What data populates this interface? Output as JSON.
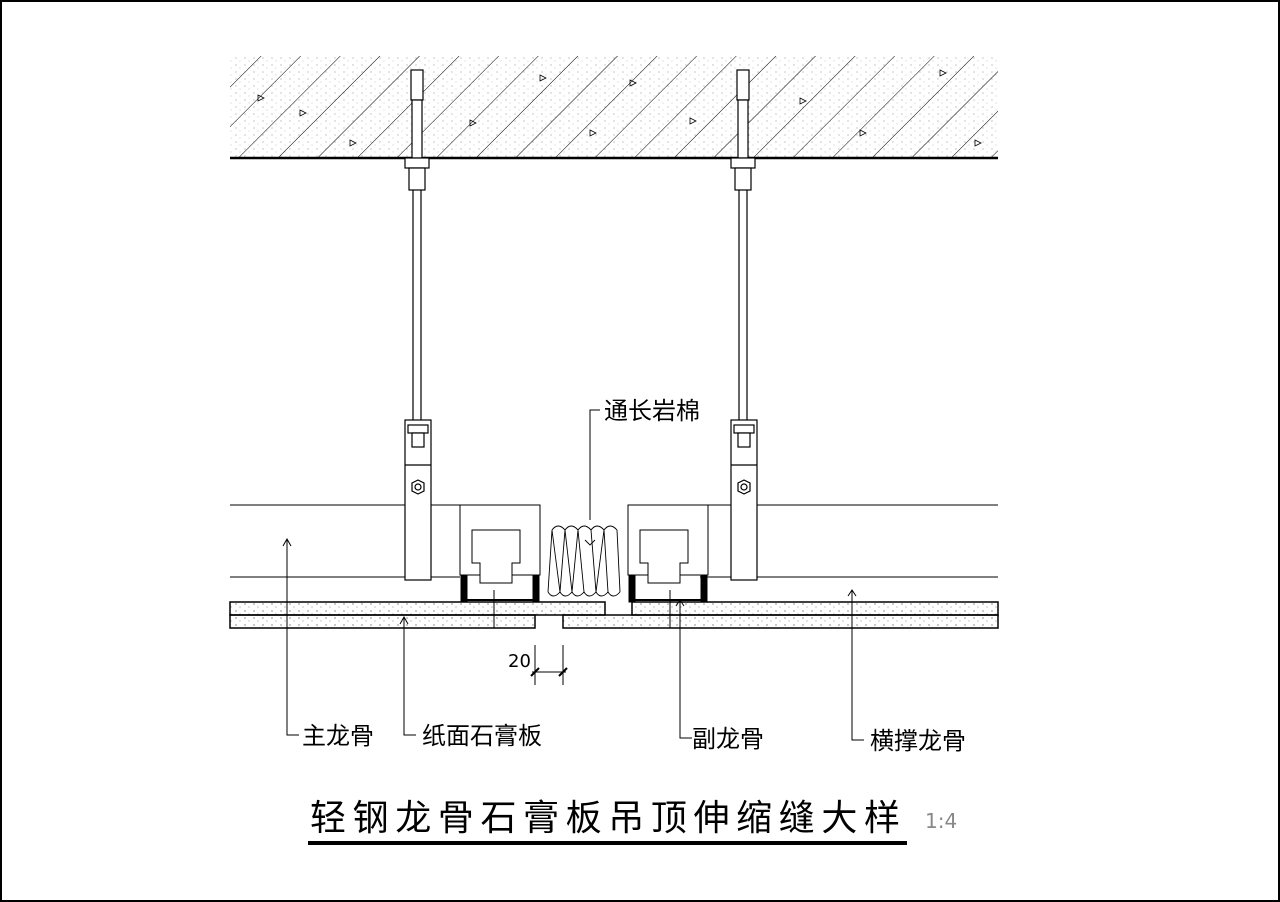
{
  "labels": {
    "rock_wool": "通长岩棉",
    "main_keel": "主龙骨",
    "gypsum_board": "纸面石膏板",
    "secondary_keel": "副龙骨",
    "cross_keel": "横撑龙骨"
  },
  "dimension": "20",
  "title": "轻钢龙骨石膏板吊顶伸缩缝大样",
  "scale": "1:4"
}
